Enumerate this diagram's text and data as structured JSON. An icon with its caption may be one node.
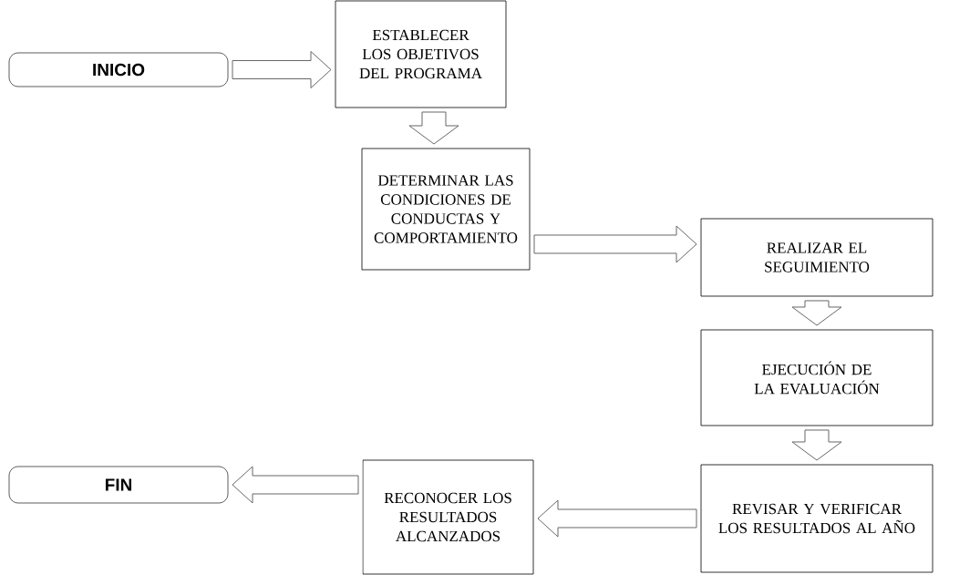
{
  "diagram": {
    "nodes": [
      {
        "text": [
          "INICIO"
        ]
      },
      {
        "text": [
          "ESTABLECER LOS OBJETIVOS DEL PROGRAMA"
        ]
      },
      {
        "text": [
          "DETERMINAR LAS CONDICIONES DE CONDUCTAS Y COMPORTAMIENTO"
        ]
      },
      {
        "text": [
          "REALIZAR EL SEGUIMIENTO"
        ]
      },
      {
        "text": [
          "EJECUCIÓN DE LA EVALUACIÓN"
        ]
      },
      {
        "text": [
          "REVISAR  Y VERIFICAR LOS RESULTADOS AL AÑO"
        ]
      },
      {
        "text": [
          "RECONOCER LOS RESULTADOS ALCANZADOS"
        ]
      },
      {
        "text": [
          "FIN"
        ]
      }
    ],
    "edges": [
      {
        "from": 0,
        "to": 1,
        "arrow": "to"
      },
      {
        "from": 1,
        "to": 2,
        "arrow": "to"
      },
      {
        "from": 2,
        "to": 3,
        "arrow": "to"
      },
      {
        "from": 3,
        "to": 4,
        "arrow": "to"
      },
      {
        "from": 4,
        "to": 5,
        "arrow": "to"
      },
      {
        "from": 5,
        "to": 6,
        "arrow": "to"
      },
      {
        "from": 6,
        "to": 7,
        "arrow": "to"
      }
    ]
  }
}
